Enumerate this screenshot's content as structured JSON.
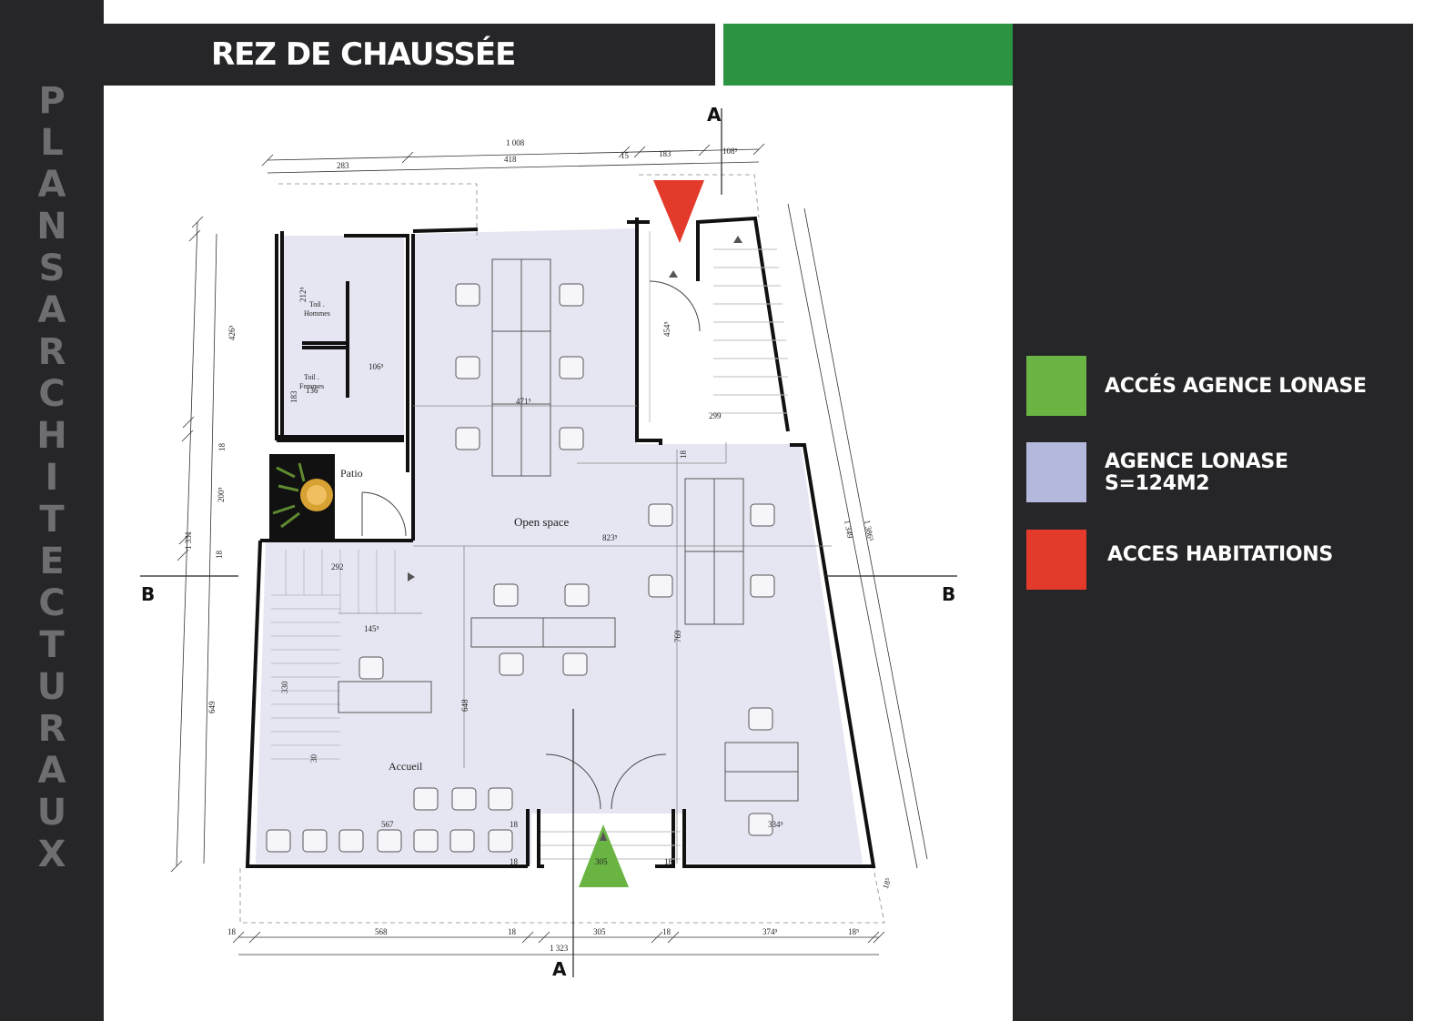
{
  "header": {
    "title": "REZ DE CHAUSSÉE"
  },
  "side": {
    "letters": [
      "P",
      "L",
      "A",
      "N",
      "S",
      "A",
      "R",
      "C",
      "H",
      "I",
      "T",
      "E",
      "C",
      "T",
      "U",
      "R",
      "A",
      "U",
      "X"
    ]
  },
  "legend": {
    "items": [
      {
        "label_lines": [
          "ACCÉS AGENCE LONASE"
        ],
        "color": "#6ab444"
      },
      {
        "label_lines": [
          "AGENCE LONASE",
          "S=124M2"
        ],
        "color": "#b4b8dc"
      },
      {
        "label_lines": [
          "ACCES HABITATIONS"
        ],
        "color": "#e43a2c"
      }
    ]
  },
  "colors": {
    "dark": "#262628",
    "green_bar": "#2a9440",
    "floor": "#e6e6f2",
    "access_green": "#6ab444",
    "access_red": "#e43a2c"
  },
  "plan": {
    "rooms": {
      "open_space": "Open space",
      "accueil": "Accueil",
      "patio": "Patio",
      "toil_h_1": "Toil .",
      "toil_h_2": "Hommes",
      "toil_f_1": "Toil .",
      "toil_f_2": "Femmes"
    },
    "sections": {
      "a_top": "A",
      "a_bottom": "A",
      "b_left": "B",
      "b_right": "B"
    },
    "dims": {
      "d1008": "1 008",
      "d283": "283",
      "d418": "418",
      "d15": "15",
      "d183": "183",
      "d108": "108⁵",
      "d1323": "1 323",
      "d18a": "18",
      "d568": "568",
      "d18b": "18",
      "d305b": "305",
      "d18c": "18",
      "d374": "374⁵",
      "d18d": "18⁵",
      "d1331": "1 331",
      "d426": "426⁵",
      "d18e": "18",
      "d200": "200⁵",
      "d18f": "18",
      "d649": "649",
      "d1386": "1 386⁵",
      "d1349": "1 349",
      "d18g": "18⁵",
      "d212": "212⁵",
      "d106": "106⁵",
      "d183v": "183",
      "d136": "136",
      "d471": "471⁵",
      "d454": "454⁵",
      "d299": "299",
      "d18h": "18",
      "d823": "823⁵",
      "d292": "292",
      "d145": "145⁵",
      "d330": "330",
      "d30": "30",
      "d648": "648",
      "d769": "769",
      "d567": "567",
      "d18i": "18",
      "d18j": "18",
      "d305a": "305",
      "d18k": "18",
      "d334": "334⁵"
    }
  }
}
